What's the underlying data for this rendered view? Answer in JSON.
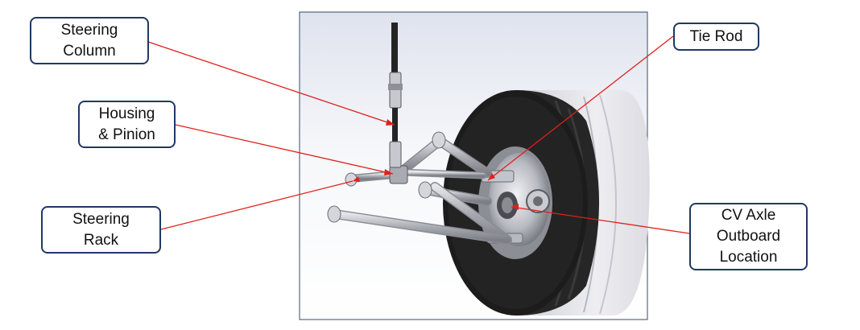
{
  "callouts": {
    "steering_column": "Steering\nColumn",
    "housing_pinion": "Housing\n& Pinion",
    "steering_rack": "Steering\nRack",
    "tie_rod": "Tie Rod",
    "cv_axle": "CV Axle\nOutboard\nLocation"
  },
  "colors": {
    "leader_line": "#e0201c",
    "callout_border": "#1f3864",
    "tire": "#1c1c1c",
    "tire_back": "#e6e6ea",
    "tube": "#b4b6bc",
    "column": "#242424",
    "background_top": "#dfe3ee"
  }
}
